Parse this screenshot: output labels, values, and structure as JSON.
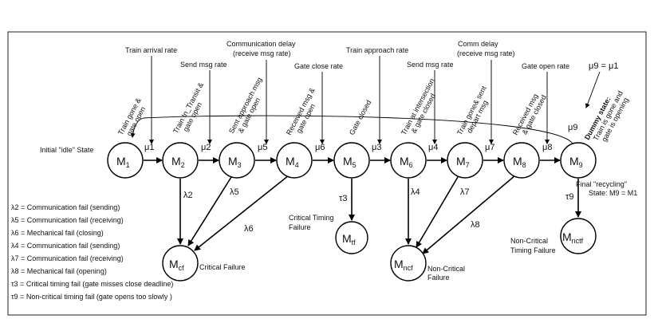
{
  "states": {
    "m1": {
      "base": "M",
      "sub": "1"
    },
    "m2": {
      "base": "M",
      "sub": "2"
    },
    "m3": {
      "base": "M",
      "sub": "3"
    },
    "m4": {
      "base": "M",
      "sub": "4"
    },
    "m5": {
      "base": "M",
      "sub": "5"
    },
    "m6": {
      "base": "M",
      "sub": "6"
    },
    "m7": {
      "base": "M",
      "sub": "7"
    },
    "m8": {
      "base": "M",
      "sub": "8"
    },
    "m9": {
      "base": "M",
      "sub": "9"
    },
    "mcf": {
      "base": "M",
      "sub": "cf"
    },
    "mtf": {
      "base": "M",
      "sub": "tf"
    },
    "mncf": {
      "base": "M",
      "sub": "ncf"
    },
    "mnctf": {
      "base": "M",
      "sub": "nctf"
    }
  },
  "rates": {
    "train_arrival": "Train arrival rate",
    "send_msg_1": "Send msg rate",
    "comm_delay_1_line1": "Communication delay",
    "comm_delay_1_line2": "(receive msg rate)",
    "gate_close": "Gate close rate",
    "train_approach": "Train approach rate",
    "send_msg_2": "Send msg rate",
    "comm_delay_2_line1": "Comm delay",
    "comm_delay_2_line2": "(receive msg rate)",
    "gate_open": "Gate open rate"
  },
  "mu_labels": {
    "mu1": "μ1",
    "mu2": "μ2",
    "mu5": "μ5",
    "mu6": "μ6",
    "mu3": "μ3",
    "mu4": "μ4",
    "mu7": "μ7",
    "mu8": "μ8",
    "mu9": "μ9",
    "mu9_eq": "μ9 = μ1"
  },
  "fail_labels": {
    "l2": "λ2",
    "l5": "λ5",
    "l6": "λ6",
    "t3": "τ3",
    "l4": "λ4",
    "l7": "λ7",
    "l8": "λ8",
    "t9": "τ9"
  },
  "event_labels": {
    "e1_line1": "Train gone &",
    "e1_line2": "gate open",
    "e2_line1": "Train In_Transit &",
    "e2_line2": "gate open",
    "e3_line1": "Sent approach msg",
    "e3_line2": "& gate open",
    "e4_line1": "Received  msg &",
    "e4_line2": "gate open",
    "e5": "Gate closed",
    "e6_line1": "Train at intersection",
    "e6_line2": "& gate closed",
    "e7_line1": "Train gone& sent",
    "e7_line2": "depart msg",
    "e8_line1": "Received msg",
    "e8_line2": "& gate closed",
    "dummy_line1": "Dummy state:",
    "dummy_line2": "Train is gone and",
    "dummy_line3": "gate is opening"
  },
  "notes": {
    "initial": "Initial \"idle\" State",
    "final_line1": "Final \"recycling\"",
    "final_line2": "State: M9 = M1",
    "critical_timing_line1": "Critical Timing",
    "critical_timing_line2": "Failure",
    "critical_failure": "Critical Failure",
    "non_critical_line1": "Non-Critical",
    "non_critical_line2": "Failure",
    "non_critical_timing_line1": "Non-Critical",
    "non_critical_timing_line2": "Timing Failure"
  },
  "legend": [
    "λ2 = Communication fail (sending)",
    "λ5 = Communication fail (receiving)",
    "λ6 = Mechanical fail (closing)",
    "λ4 = Communication fail (sending)",
    "λ7 = Communication fail (receiving)",
    "λ8 = Mechanical fail (opening)",
    "τ3 = Critical timing fail (gate misses close deadline)",
    "τ9 = Non-critical timing  fail (gate opens too slowly )"
  ]
}
